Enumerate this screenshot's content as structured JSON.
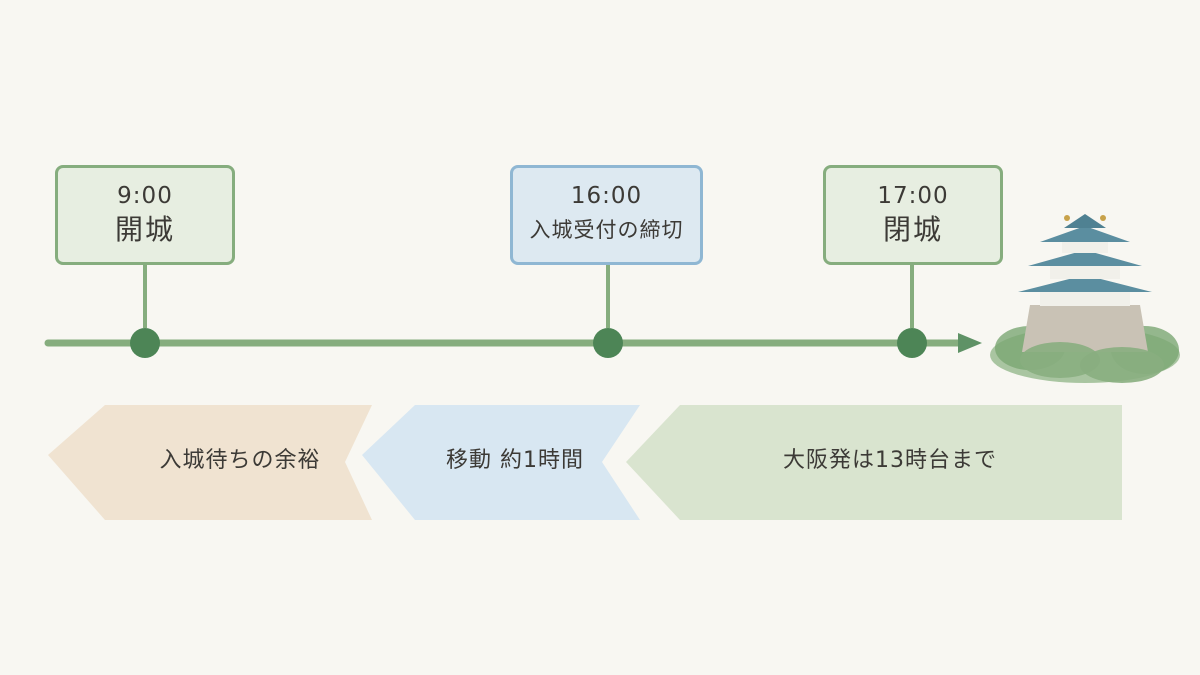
{
  "milestones": [
    {
      "time": "9:00",
      "label": "開城"
    },
    {
      "time": "16:00",
      "label": "入城受付の締切"
    },
    {
      "time": "17:00",
      "label": "閉城"
    }
  ],
  "arrows": [
    {
      "label": "入城待ちの余裕"
    },
    {
      "label": "移動 約1時間"
    },
    {
      "label": "大阪発は13時台まで"
    }
  ],
  "colors": {
    "green_border": "#86ad7e",
    "green_fill": "#e7eee1",
    "blue_border": "#8fb7d3",
    "blue_fill": "#dde9f1",
    "timeline": "#86ad7e",
    "dot": "#4d8556",
    "arrow_tan": "#efe2cf",
    "arrow_blue": "#d6e6f1",
    "arrow_green": "#d7e3cc"
  },
  "icons": {
    "castle": "osaka-castle-icon"
  }
}
